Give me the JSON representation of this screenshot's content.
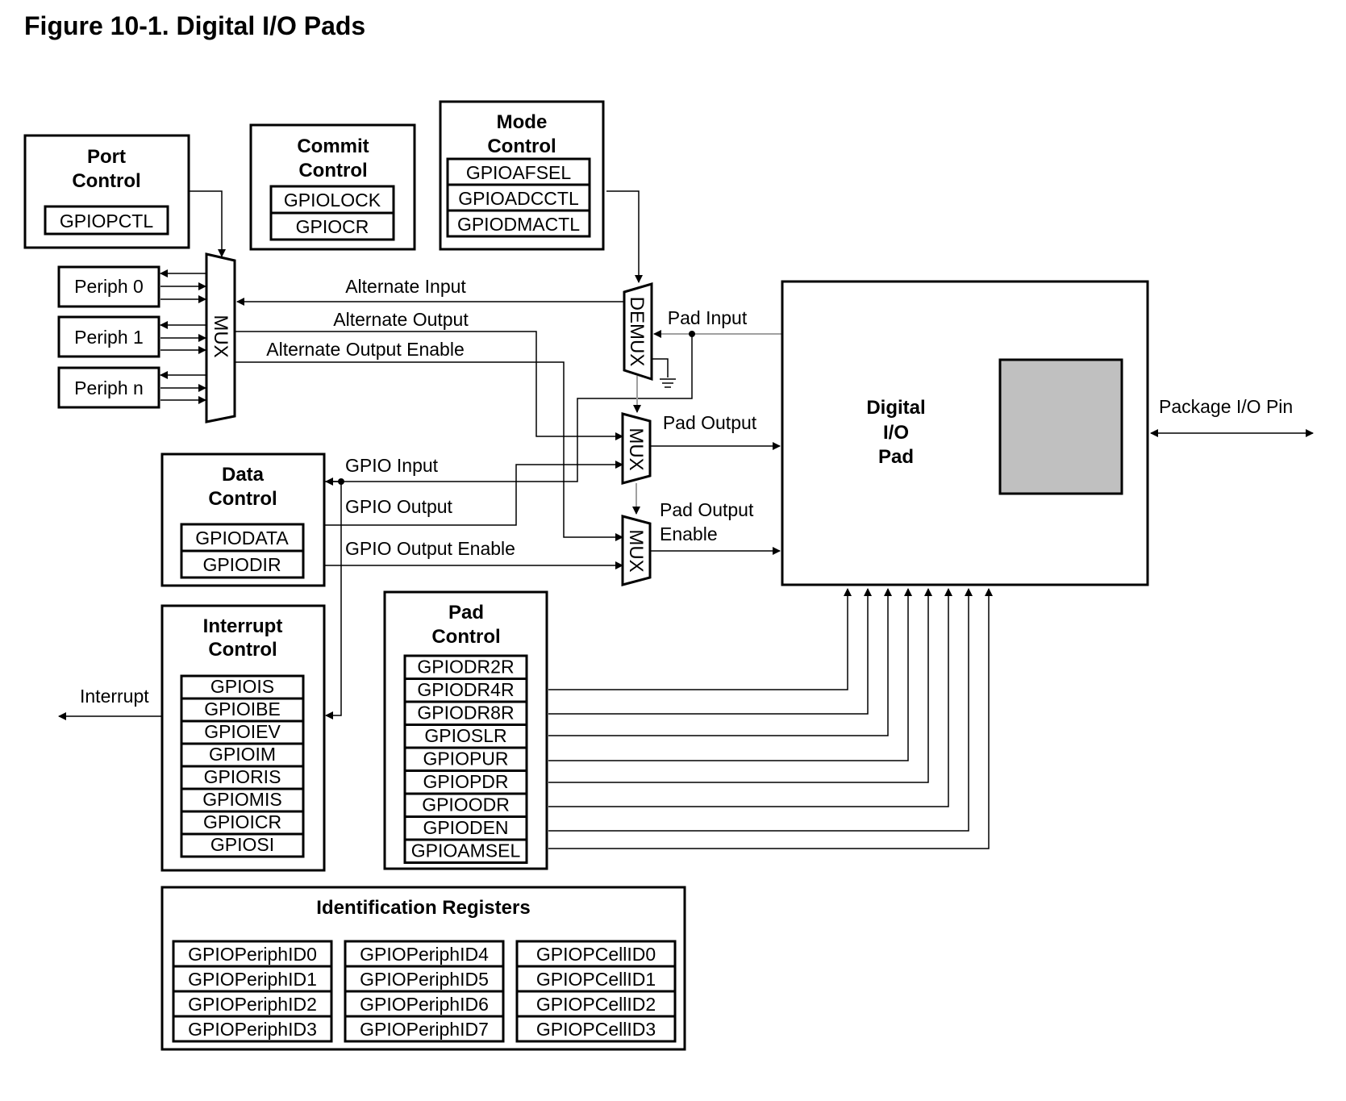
{
  "title": "Figure 10-1. Digital I/O Pads",
  "blocks": {
    "port_control": {
      "title": [
        "Port",
        "Control"
      ],
      "registers": [
        "GPIOPCTL"
      ]
    },
    "commit_control": {
      "title": [
        "Commit",
        "Control"
      ],
      "registers": [
        "GPIOLOCK",
        "GPIOCR"
      ]
    },
    "mode_control": {
      "title": [
        "Mode",
        "Control"
      ],
      "registers": [
        "GPIOAFSEL",
        "GPIOADCCTL",
        "GPIODMACTL"
      ]
    },
    "data_control": {
      "title": [
        "Data",
        "Control"
      ],
      "registers": [
        "GPIODATA",
        "GPIODIR"
      ]
    },
    "interrupt_control": {
      "title": [
        "Interrupt",
        "Control"
      ],
      "registers": [
        "GPIOIS",
        "GPIOIBE",
        "GPIOIEV",
        "GPIOIM",
        "GPIORIS",
        "GPIOMIS",
        "GPIOICR",
        "GPIOSI"
      ]
    },
    "pad_control": {
      "title": [
        "Pad",
        "Control"
      ],
      "registers": [
        "GPIODR2R",
        "GPIODR4R",
        "GPIODR8R",
        "GPIOSLR",
        "GPIOPUR",
        "GPIOPDR",
        "GPIOODR",
        "GPIODEN",
        "GPIOAMSEL"
      ]
    },
    "identification": {
      "title": "Identification Registers",
      "columns": [
        [
          "GPIOPeriphID0",
          "GPIOPeriphID1",
          "GPIOPeriphID2",
          "GPIOPeriphID3"
        ],
        [
          "GPIOPeriphID4",
          "GPIOPeriphID5",
          "GPIOPeriphID6",
          "GPIOPeriphID7"
        ],
        [
          "GPIOPCellID0",
          "GPIOPCellID1",
          "GPIOPCellID2",
          "GPIOPCellID3"
        ]
      ]
    },
    "digital_pad": {
      "title": [
        "Digital",
        "I/O",
        "Pad"
      ]
    }
  },
  "peripherals": [
    "Periph 0",
    "Periph 1",
    "Periph n"
  ],
  "mux_labels": {
    "mux": "MUX",
    "demux": "DEMUX"
  },
  "signals": {
    "alternate_input": "Alternate Input",
    "alternate_output": "Alternate Output",
    "alternate_output_enable": "Alternate Output Enable",
    "pad_input": "Pad Input",
    "pad_output": "Pad Output",
    "pad_output_enable": [
      "Pad Output",
      "Enable"
    ],
    "gpio_input": "GPIO Input",
    "gpio_output": "GPIO Output",
    "gpio_output_enable": "GPIO Output Enable",
    "interrupt": "Interrupt",
    "package_pin": "Package I/O Pin"
  },
  "colors": {
    "line": "#000000",
    "gray_line": "#a0a0a0",
    "pad_fill": "#c0c0c0"
  }
}
